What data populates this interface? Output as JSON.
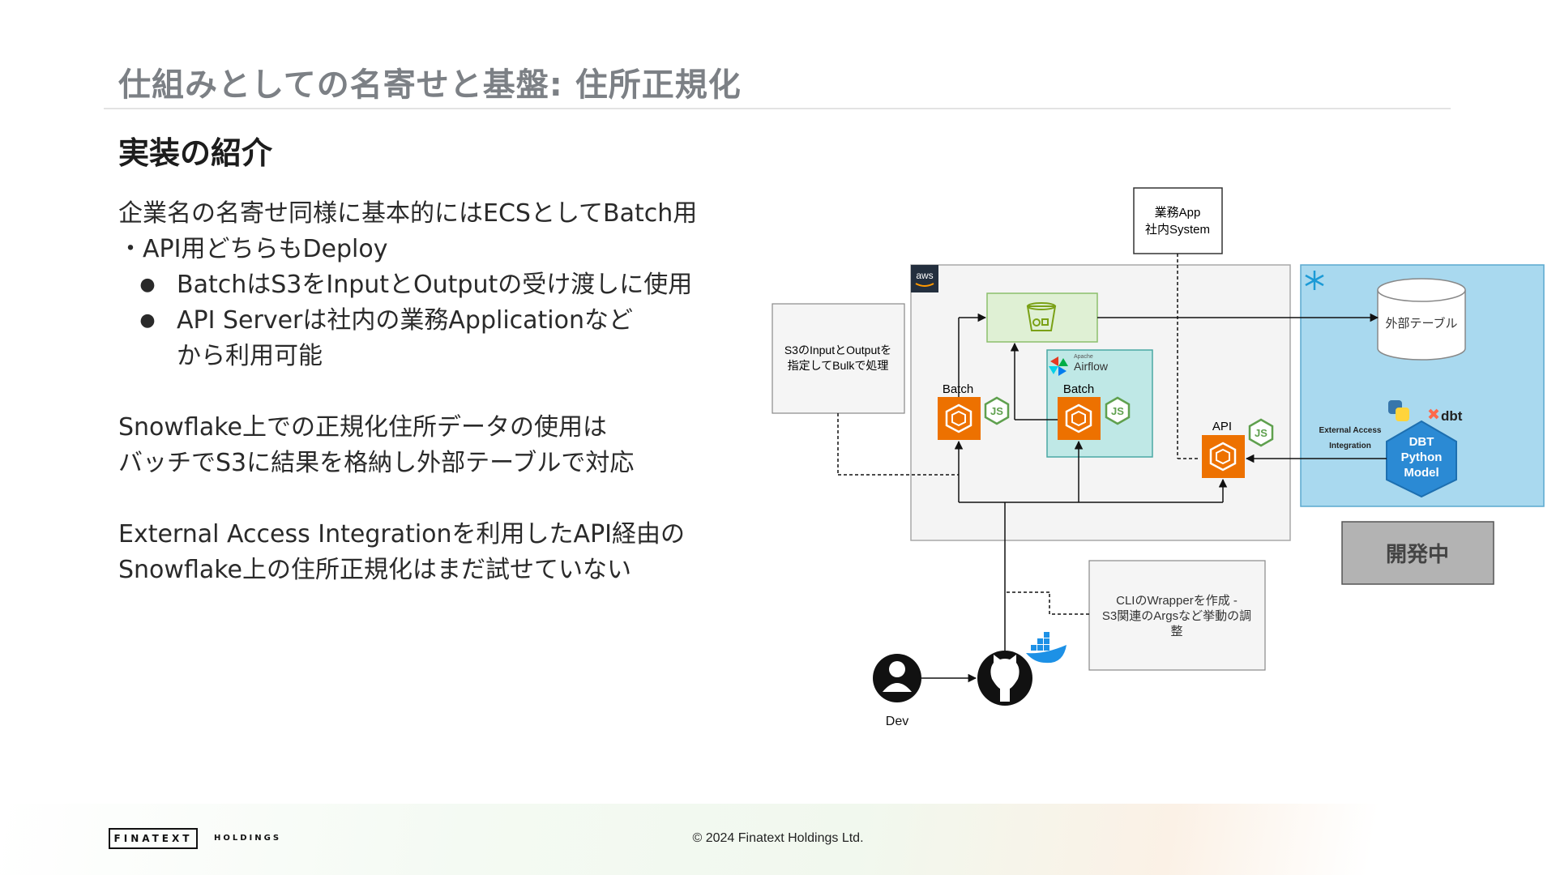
{
  "slide": {
    "title": "仕組みとしての名寄せと基盤: 住所正規化",
    "subtitle": "実装の紹介"
  },
  "body": {
    "para1_line1": "企業名の名寄せ同様に基本的にはECSとしてBatch用",
    "para1_line2": "・API用どちらもDeploy",
    "bullet_marker": "●",
    "bullets": [
      "BatchはS3をInputとOutputの受け渡しに使用",
      "API Serverは社内の業務Applicationなど\nから利用可能"
    ],
    "bullet2_line1": "API Serverは社内の業務Applicationなど",
    "bullet2_line2": "から利用可能",
    "para2_line1": "Snowflake上での正規化住所データの使用は",
    "para2_line2": "バッチでS3に結果を格納し外部テーブルで対応",
    "para3_line1": "External Access Integrationを利用したAPI経由の",
    "para3_line2": "Snowflake上の住所正規化はまだ試せていない"
  },
  "diagram": {
    "business_app_line1": "業務App",
    "business_app_line2": "社内System",
    "aws_badge": "aws",
    "s3_note_line1": "S3のInputとOutputを",
    "s3_note_line2": "指定してBulkで処理",
    "batch_label": "Batch",
    "airflow_small": "Apache",
    "airflow_label": "Airflow",
    "airflow_batch_label": "Batch",
    "api_label": "API",
    "js_badge": "JS",
    "external_table_label": "外部テーブル",
    "external_access_line1": "External Access",
    "external_access_line2": "Integration",
    "dbt_label": "dbt",
    "dbt_model_line1": "DBT",
    "dbt_model_line2": "Python",
    "dbt_model_line3": "Model",
    "status_label": "開発中",
    "cli_note_line1": "CLIのWrapperを作成 -",
    "cli_note_line2": "S3関連のArgsなど挙動の調",
    "cli_note_line3": "整",
    "dev_label": "Dev",
    "colors": {
      "ecs_orange": "#ed7100",
      "s3_green": "#7aa116",
      "snowflake_blue": "#a9d9ef",
      "airflow_teal": "#bfe8e6",
      "aws_group_bg": "#f4f4f4",
      "dbt_hex": "#2b8ad4"
    }
  },
  "footer": {
    "logo_text": "FINATEXT",
    "holdings_text": "HOLDINGS",
    "copyright": "© 2024 Finatext Holdings Ltd."
  }
}
